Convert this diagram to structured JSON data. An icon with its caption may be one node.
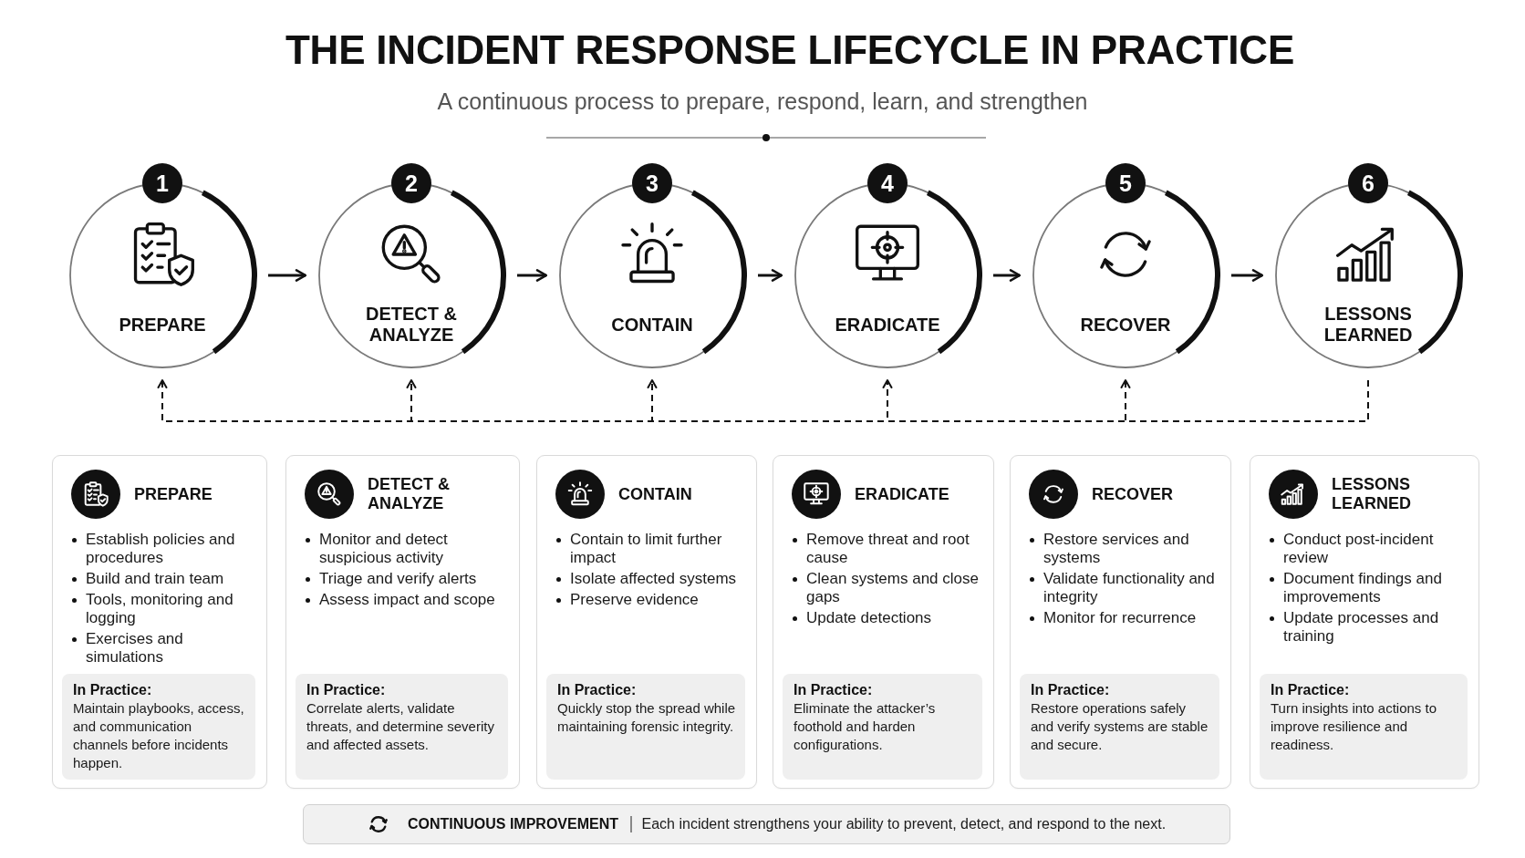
{
  "diagram": {
    "title": "THE INCIDENT RESPONSE LIFECYCLE IN PRACTICE",
    "nodes": [
      {
        "text": [
          "1",
          "PREPARE"
        ]
      },
      {
        "text": [
          "2",
          "DETECT & ANALYZE"
        ]
      },
      {
        "text": [
          "3",
          "CONTAIN"
        ]
      },
      {
        "text": [
          "4",
          "ERADICATE"
        ]
      },
      {
        "text": [
          "5",
          "RECOVER"
        ]
      },
      {
        "text": [
          "6",
          "LESSONS LEARNED"
        ]
      },
      {
        "text": [
          "PREPARE",
          "Establish policies and procedures",
          "Build and train team",
          "Tools, monitoring and logging",
          "Exercises and simulations"
        ]
      },
      {
        "text": [
          "In Practice:",
          "Maintain playbooks, access, and communication channels before incidents happen."
        ],
        "in": 6
      },
      {
        "text": [
          "DETECT & ANALYZE",
          "Monitor and detect suspicious activity",
          "Triage and verify alerts",
          "Assess impact and scope"
        ]
      },
      {
        "text": [
          "In Practice:",
          "Correlate alerts, validate threats, and determine severity and affected assets."
        ],
        "in": 8
      },
      {
        "text": [
          "CONTAIN",
          "Contain to limit further impact",
          "Isolate affected systems",
          "Preserve evidence"
        ]
      },
      {
        "text": [
          "In Practice:",
          "Quickly stop the spread while maintaining forensic integrity."
        ],
        "in": 10
      },
      {
        "text": [
          "ERADICATE",
          "Remove threat and root cause",
          "Clean systems and close gaps",
          "Update detections"
        ]
      },
      {
        "text": [
          "In Practice:",
          "Eliminate the attacker’s foothold and harden configurations."
        ],
        "in": 12
      },
      {
        "text": [
          "RECOVER",
          "Restore services and systems",
          "Validate functionality and integrity",
          "Monitor for recurrence"
        ]
      },
      {
        "text": [
          "In Practice:",
          "Restore operations safely and verify systems are stable and secure."
        ],
        "in": 14
      },
      {
        "text": [
          "LESSONS LEARNED",
          "Conduct post-incident review",
          "Document findings and improvements",
          "Update processes and training"
        ]
      },
      {
        "text": [
          "In Practice:",
          "Turn insights into actions to improve resilience and readiness."
        ],
        "in": 16
      },
      {
        "text": [
          "CONTINUOUS IMPROVEMENT",
          "Each incident strengthens your ability to prevent, detect, and respond to the next."
        ]
      }
    ],
    "edges": [
      {
        "from": 0,
        "to": 1,
        "arrow": "to"
      },
      {
        "from": 1,
        "to": 2,
        "arrow": "to"
      },
      {
        "from": 2,
        "to": 3,
        "arrow": "to"
      },
      {
        "from": 3,
        "to": 4,
        "arrow": "to"
      },
      {
        "from": 4,
        "to": 5,
        "arrow": "to"
      },
      {
        "from": 5,
        "to": 0,
        "arrow": "to",
        "style": "dashed"
      },
      {
        "from": 5,
        "to": 1,
        "arrow": "to",
        "style": "dashed"
      },
      {
        "from": 5,
        "to": 2,
        "arrow": "to",
        "style": "dashed"
      },
      {
        "from": 5,
        "to": 3,
        "arrow": "to",
        "style": "dashed"
      },
      {
        "from": 5,
        "to": 4,
        "arrow": "to",
        "style": "dashed"
      }
    ],
    "labels": [
      "A continuous process to prepare, respond, learn, and strengthen"
    ]
  }
}
